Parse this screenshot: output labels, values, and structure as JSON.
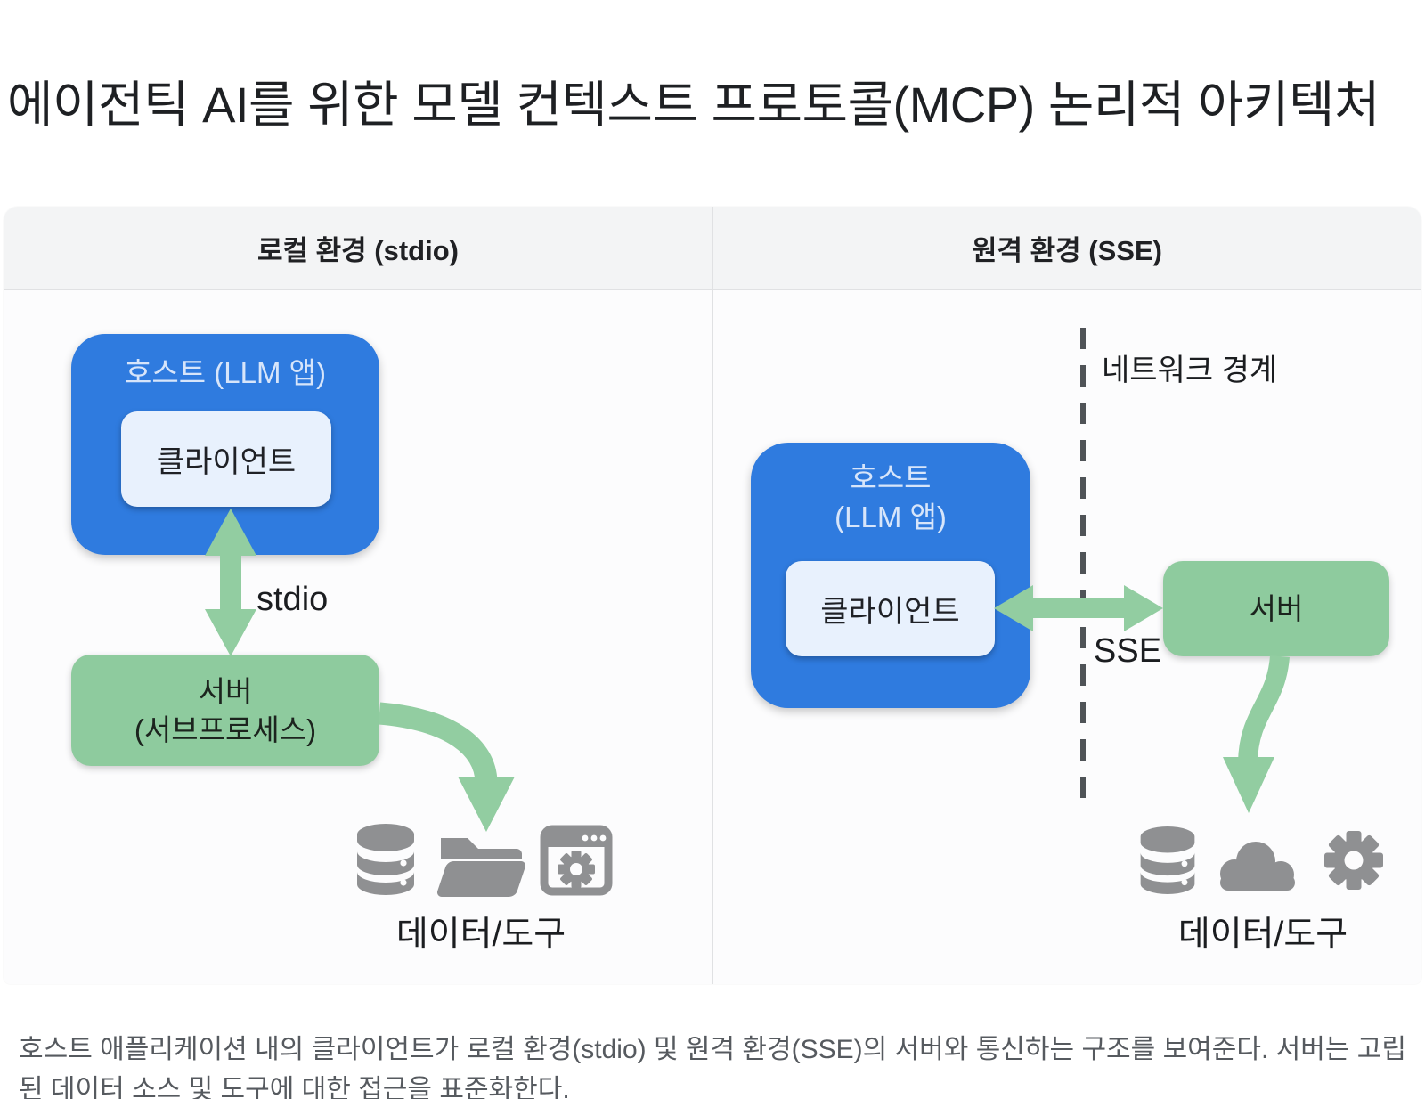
{
  "page": {
    "title": "에이전틱 AI를 위한 모델 컨텍스트 프로토콜(MCP) 논리적 아키텍처",
    "caption": "호스트 애플리케이션 내의 클라이언트가 로컬 환경(stdio) 및 원격 환경(SSE)의 서버와 통신하는 구조를 보여준다. 서버는 고립된 데이터 소스 및 도구에 대한 접근을 표준화한다."
  },
  "diagram": {
    "local": {
      "header": "로컬 환경 (stdio)",
      "host_label": "호스트 (LLM 앱)",
      "client_label": "클라이언트",
      "transport_label": "stdio",
      "server_line1": "서버",
      "server_line2": "(서브프로세스)",
      "data_tools_label": "데이터/도구",
      "icons": [
        "database-icon",
        "folder-icon",
        "app-window-gear-icon"
      ]
    },
    "remote": {
      "header": "원격 환경 (SSE)",
      "network_boundary_label": "네트워크 경계",
      "host_line1": "호스트",
      "host_line2": "(LLM 앱)",
      "client_label": "클라이언트",
      "transport_label": "SSE",
      "server_label": "서버",
      "data_tools_label": "데이터/도구",
      "icons": [
        "database-icon",
        "cloud-icon",
        "gear-icon"
      ]
    }
  },
  "colors": {
    "host_blue": "#2f7bdf",
    "host_label_text": "#d7e5fa",
    "client_box_bg": "#e8f1fd",
    "server_green": "#8ecb9e",
    "arrow_green": "#92cda1",
    "icon_gray": "#8f9092",
    "boundary_dash": "#4f5357",
    "header_bg": "#f3f4f5",
    "divider": "#e0e1e3",
    "title_text": "#1e2023",
    "caption_text": "#565a5f"
  }
}
